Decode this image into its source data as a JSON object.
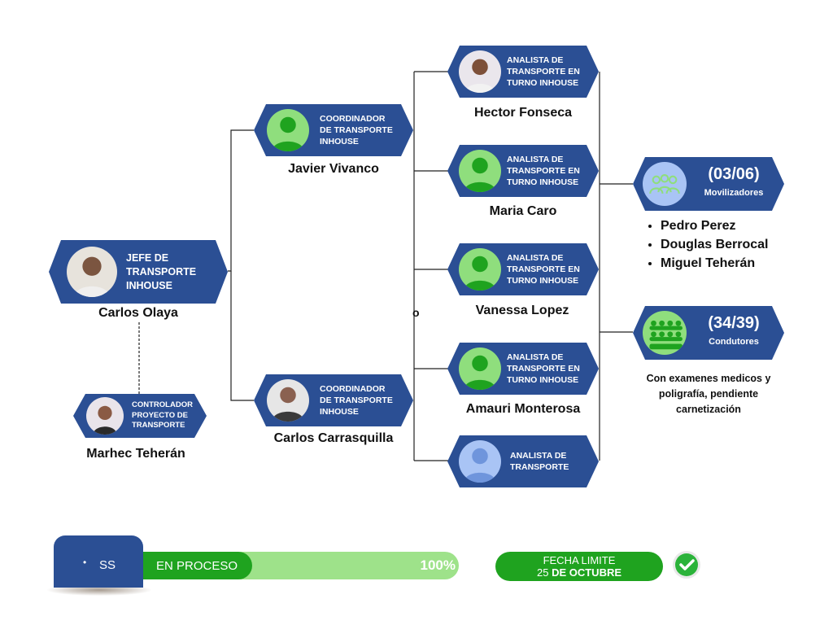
{
  "colors": {
    "node_bg": "#2b4f94",
    "person_green": "#1fa31f",
    "avatar_green_bg": "#8fde7d",
    "avatar_blue_bg": "#a9c4f5",
    "progress_green": "#1fa31f",
    "progress_light": "#9ee28a"
  },
  "chief": {
    "title": "JEFE DE\nTRANSPORTE\nINHOUSE",
    "name": "Carlos Olaya"
  },
  "controller": {
    "title": "CONTROLADOR\nPROYECTO DE\nTRANSPORTE",
    "name": "Marhec Teherán"
  },
  "coordinators": [
    {
      "title": "COORDINADOR\nDE TRANSPORTE\nINHOUSE",
      "name": "Javier Vivanco"
    },
    {
      "title": "COORDINADOR\nDE TRANSPORTE\nINHOUSE",
      "name": "Carlos Carrasquilla"
    }
  ],
  "analysts": [
    {
      "title": "ANALISTA DE\nTRANSPORTE EN\nTURNO INHOUSE",
      "name": "Hector Fonseca"
    },
    {
      "title": "ANALISTA DE\nTRANSPORTE EN\nTURNO INHOUSE",
      "name": "Maria Caro"
    },
    {
      "title": "ANALISTA DE\nTRANSPORTE EN\nTURNO INHOUSE",
      "name": "Vanessa Lopez"
    },
    {
      "title": "ANALISTA DE\nTRANSPORTE EN\nTURNO INHOUSE",
      "name": "Amauri Monterosa"
    },
    {
      "title": "ANALISTA DE\nTRANSPORTE",
      "name": ""
    }
  ],
  "stray_char": "o",
  "movilizadores": {
    "count": "(03/06)",
    "label": "Movilizadores",
    "members": [
      "Pedro Perez",
      "Douglas Berrocal",
      "Miguel Teherán"
    ]
  },
  "conductores": {
    "count": "(34/39)",
    "label": "Condutores",
    "note": "Con examenes medicos y poligrafía, pendiente carnetización"
  },
  "footer": {
    "tab_label": "SS",
    "bullet": "•",
    "status": "EN PROCESO",
    "percent": "100%",
    "progress": 1.0,
    "deadline_l1": "FECHA LIMITE",
    "deadline_day": "25",
    "deadline_month": "DE OCTUBRE",
    "check_icon": "check-circle-icon"
  }
}
